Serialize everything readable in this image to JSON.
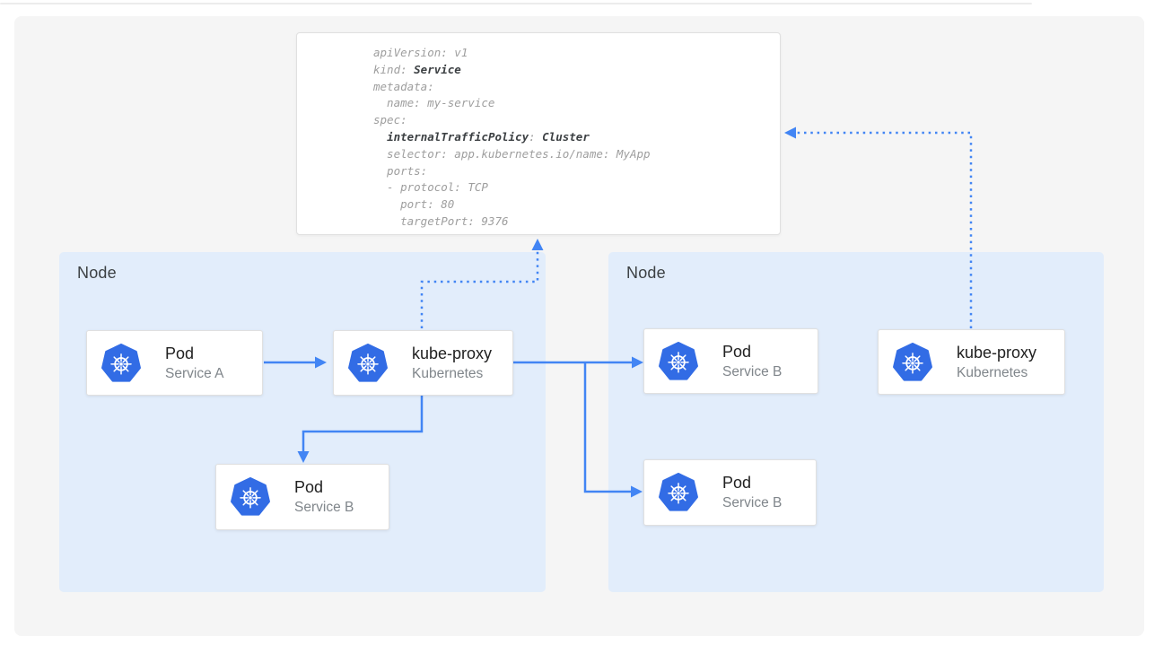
{
  "colors": {
    "accent": "#4285f4",
    "k8s_blue": "#326ce5",
    "panel_bg": "#f5f5f5",
    "node_bg": "#e2edfb",
    "title_color": "#212121",
    "subtitle_color": "#80868b",
    "code_gray": "#9e9e9e",
    "code_dark": "#3c4043"
  },
  "yaml_card": {
    "lines": [
      [
        {
          "t": "apiVersion: v1",
          "b": false
        }
      ],
      [
        {
          "t": "kind: ",
          "b": false
        },
        {
          "t": "Service",
          "b": true
        }
      ],
      [
        {
          "t": "metadata:",
          "b": false
        }
      ],
      [
        {
          "t": "  name: my-service",
          "b": false
        }
      ],
      [
        {
          "t": "spec:",
          "b": false
        }
      ],
      [
        {
          "t": "  ",
          "b": false
        },
        {
          "t": "internalTrafficPolicy",
          "b": true
        },
        {
          "t": ": ",
          "b": false
        },
        {
          "t": "Cluster",
          "b": true
        }
      ],
      [
        {
          "t": "  selector: app.kubernetes.io/name: MyApp",
          "b": false
        }
      ],
      [
        {
          "t": "  ports:",
          "b": false
        }
      ],
      [
        {
          "t": "  - protocol: TCP",
          "b": false
        }
      ],
      [
        {
          "t": "    port: 80",
          "b": false
        }
      ],
      [
        {
          "t": "    targetPort: 9376",
          "b": false
        }
      ]
    ]
  },
  "nodes": [
    {
      "label": "Node"
    },
    {
      "label": "Node"
    }
  ],
  "cards": [
    {
      "title": "Pod",
      "subtitle": "Service A",
      "icon": "kubernetes-icon"
    },
    {
      "title": "kube-proxy",
      "subtitle": "Kubernetes",
      "icon": "kubernetes-icon"
    },
    {
      "title": "Pod",
      "subtitle": "Service B",
      "icon": "kubernetes-icon"
    },
    {
      "title": "Pod",
      "subtitle": "Service B",
      "icon": "kubernetes-icon"
    },
    {
      "title": "kube-proxy",
      "subtitle": "Kubernetes",
      "icon": "kubernetes-icon"
    },
    {
      "title": "Pod",
      "subtitle": "Service B",
      "icon": "kubernetes-icon"
    }
  ]
}
